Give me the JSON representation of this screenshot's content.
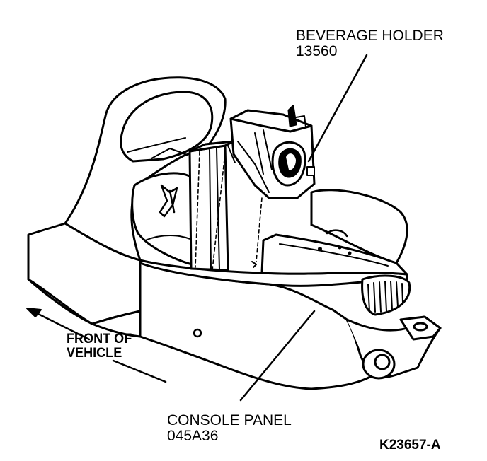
{
  "labels": {
    "beverage_holder": {
      "name": "BEVERAGE HOLDER",
      "part": "13560"
    },
    "console_panel": {
      "name": "CONSOLE PANEL",
      "part": "045A36"
    },
    "front_of_vehicle": {
      "line1": "FRONT OF",
      "line2": "VEHICLE"
    },
    "figure_ref": "K23657-A"
  },
  "colors": {
    "ink": "#000000",
    "paper": "#ffffff"
  }
}
